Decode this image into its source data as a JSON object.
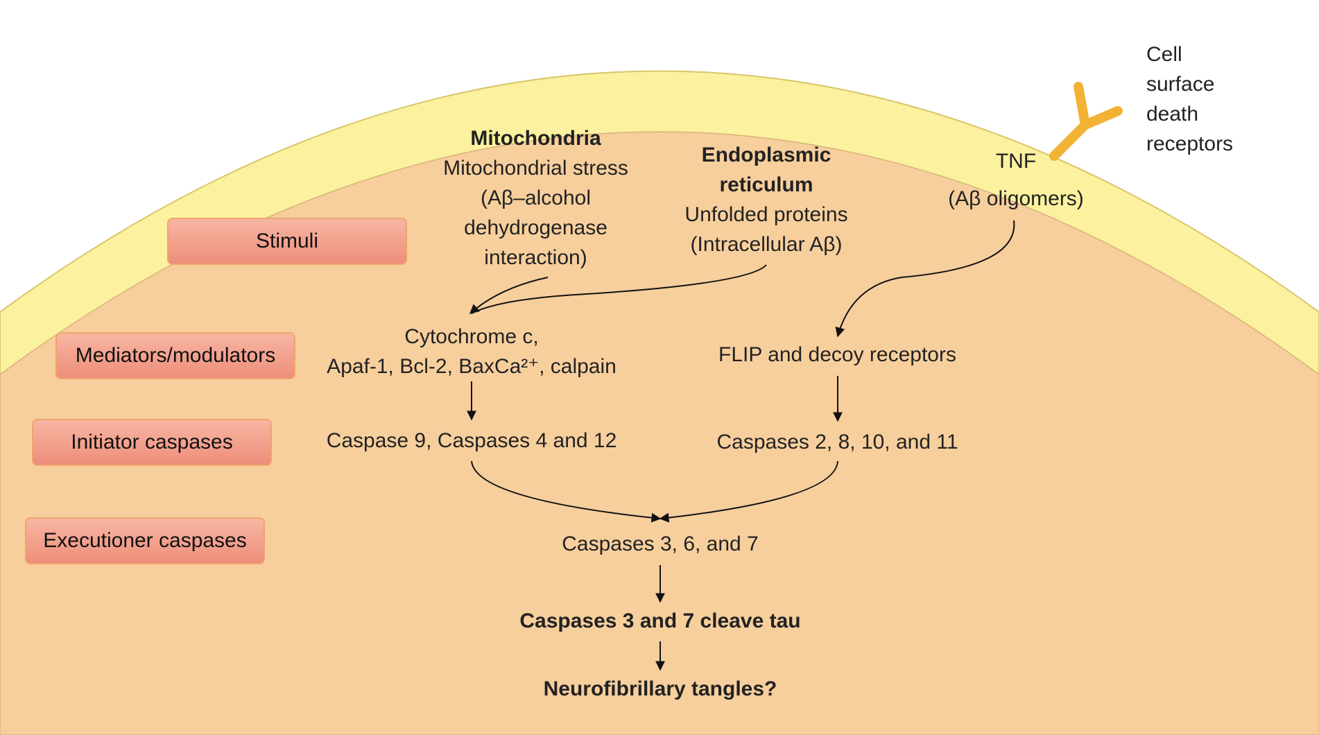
{
  "categories": {
    "stimuli": "Stimuli",
    "mediators": "Mediators/modulators",
    "initiator": "Initiator caspases",
    "executioner": "Executioner caspases"
  },
  "stimuli": {
    "mitochondria": {
      "title": "Mitochondria",
      "line1": "Mitochondrial stress",
      "line2": "(Aβ–alcohol",
      "line3": "dehydrogenase",
      "line4": "interaction)"
    },
    "er": {
      "title1": "Endoplasmic",
      "title2": "reticulum",
      "line1": "Unfolded proteins",
      "line2": "(Intracellular Aβ)"
    },
    "tnf": {
      "line1": "TNF",
      "line2": "(Aβ oligomers)"
    },
    "receptor_label": [
      "Cell",
      "surface",
      "death",
      "receptors"
    ]
  },
  "mediators": {
    "left_line1": "Cytochrome c,",
    "left_line2": "Apaf-1, Bcl-2, BaxCa²⁺, calpain",
    "right": "FLIP and decoy receptors"
  },
  "initiators": {
    "left": "Caspase 9, Caspases 4 and 12",
    "right": "Caspases 2, 8, 10, and 11"
  },
  "executioners": "Caspases 3, 6, and 7",
  "outcome1": "Caspases 3 and 7 cleave tau",
  "outcome2": "Neurofibrillary tangles?",
  "colors": {
    "cytoplasm": "#f7cf9d",
    "membrane": "#fbf19f",
    "membrane_edge": "#d9c56a",
    "receptor": "#f2b234",
    "label_fill": "#f4a592",
    "label_border": "#f0a46d"
  },
  "icons": [
    "death-receptor-icon"
  ]
}
